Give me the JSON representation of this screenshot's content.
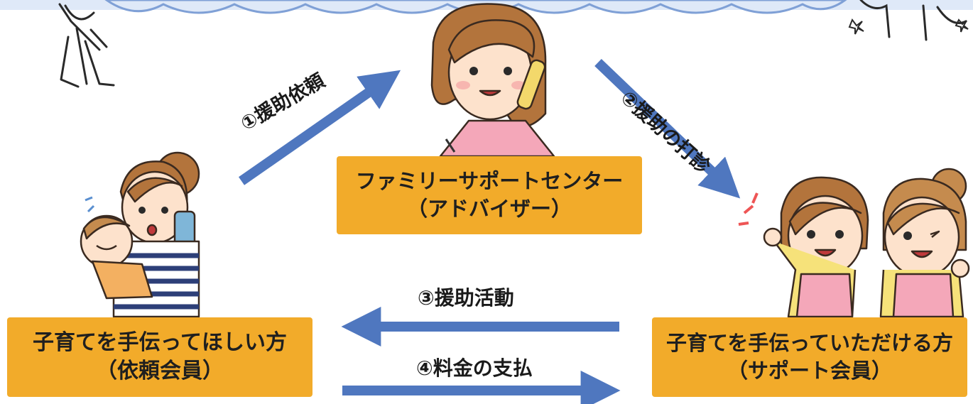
{
  "center_box": {
    "line1": "ファミリーサポートセンター",
    "line2": "（アドバイザー）"
  },
  "left_box": {
    "line1": "子育てを手伝ってほしい方",
    "line2": "（依頼会員）"
  },
  "right_box": {
    "line1": "子育てを手伝っていただける方",
    "line2": "（サポート会員）"
  },
  "steps": {
    "s1": "①援助依頼",
    "s2": "②援助の打診",
    "s3": "③援助活動",
    "s4": "④料金の支払"
  },
  "colors": {
    "arrow": "#4f77bf",
    "box": "#f2ab2a",
    "cloud": "#dfe9f8"
  }
}
